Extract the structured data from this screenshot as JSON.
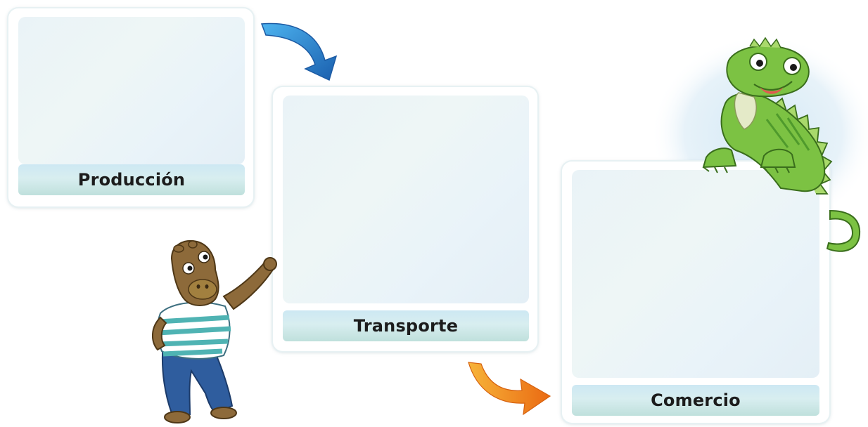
{
  "steps": [
    {
      "label": "Producción"
    },
    {
      "label": "Transporte"
    },
    {
      "label": "Comercio"
    }
  ],
  "colors": {
    "arrow_blue": "#2f7fc7",
    "arrow_orange": "#f08a1c",
    "iguana_green": "#7cc243",
    "capybara_brown": "#8d6a3a"
  }
}
